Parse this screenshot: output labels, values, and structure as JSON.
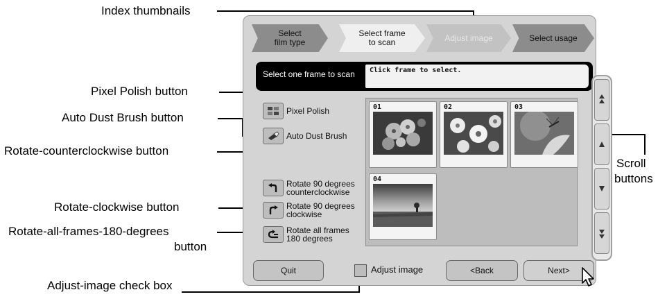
{
  "annotations": {
    "index_thumbnails": "Index thumbnails",
    "pixel_polish": "Pixel Polish button",
    "auto_dust": "Auto Dust Brush button",
    "rotate_ccw": "Rotate-counterclockwise button",
    "rotate_cw": "Rotate-clockwise button",
    "rotate_all_1": "Rotate-all-frames-180-degrees",
    "rotate_all_2": "button",
    "adjust_checkbox": "Adjust-image check box",
    "scroll_1": "Scroll",
    "scroll_2": "buttons"
  },
  "steps": [
    {
      "line1": "Select",
      "line2": "film type"
    },
    {
      "line1": "Select frame",
      "line2": "to scan"
    },
    {
      "line1": "Adjust image",
      "line2": ""
    },
    {
      "line1": "Select usage",
      "line2": ""
    }
  ],
  "instruction": {
    "label": "Select one frame to scan",
    "message": "Click frame to select."
  },
  "tools": {
    "pixel_polish": "Pixel Polish",
    "auto_dust": "Auto Dust Brush",
    "rotate_ccw_1": "Rotate 90 degrees",
    "rotate_ccw_2": "counterclockwise",
    "rotate_cw_1": "Rotate 90 degrees",
    "rotate_cw_2": "clockwise",
    "rotate_all_1": "Rotate all frames",
    "rotate_all_2": "180 degrees"
  },
  "thumbnails": [
    {
      "number": "01"
    },
    {
      "number": "02"
    },
    {
      "number": "03"
    },
    {
      "number": "04"
    }
  ],
  "buttons": {
    "quit": "Quit",
    "adjust_image": "Adjust image",
    "back": "<Back",
    "next": "Next>"
  }
}
